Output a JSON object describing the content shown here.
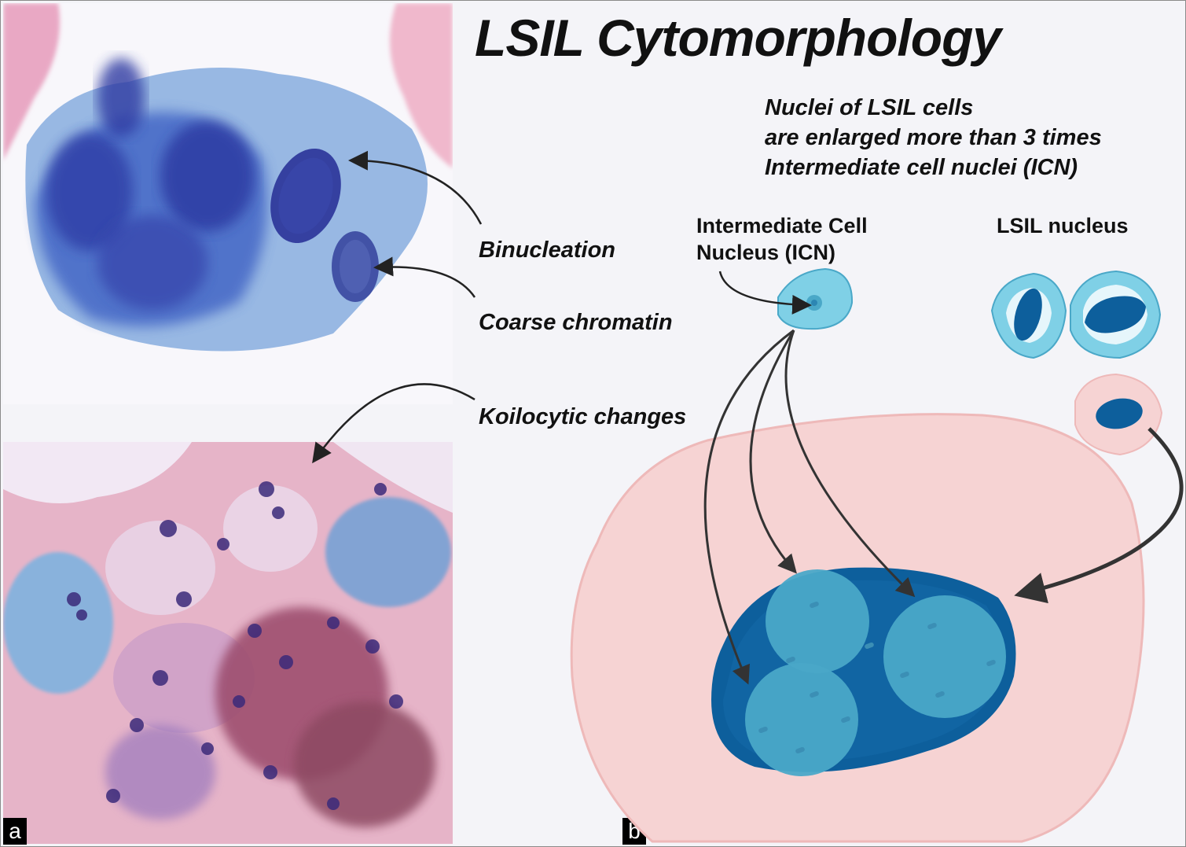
{
  "figure": {
    "title": "LSIL Cytomorphology",
    "panel_a_label": "a",
    "panel_b_label": "b"
  },
  "annotations": {
    "binucleation": "Binucleation",
    "coarse_chromatin": "Coarse chromatin",
    "koilocytic_changes": "Koilocytic changes"
  },
  "description": {
    "line1": "Nuclei of LSIL cells",
    "line2": "are enlarged more than 3 times",
    "line3": "Intermediate cell nuclei (ICN)"
  },
  "diagram": {
    "icn_label_line1": "Intermediate Cell",
    "icn_label_line2": "Nucleus  (ICN)",
    "lsil_label": "LSIL nucleus"
  },
  "colors": {
    "cytoplasm_pink": "#f6d3d3",
    "nucleus_dark": "#0d5f9c",
    "nucleus_light": "#4aa8c8",
    "icn_cell": "#7fd0e6"
  }
}
